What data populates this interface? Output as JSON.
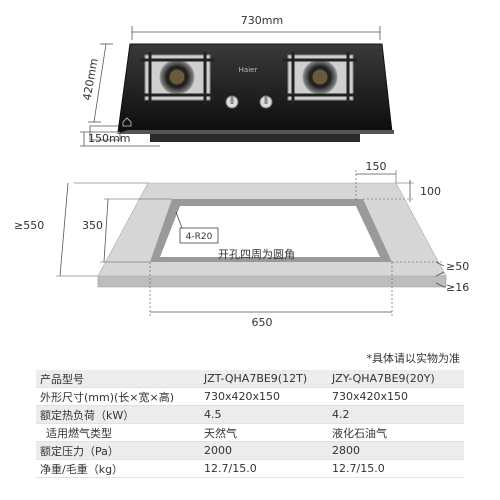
{
  "dimensions": {
    "stove_width": "730mm",
    "stove_depth": "420mm",
    "stove_height": "150mm",
    "cutout_top_offset": "150",
    "cutout_right_offset": "100",
    "counter_depth": "≥550",
    "cutout_depth": "350",
    "corner_radius": "4-R20",
    "corner_note": "开孔四周为圆角",
    "bottom_gap": "≥50",
    "counter_thickness": "≥16",
    "cutout_width": "650"
  },
  "brand_logo": "Haier",
  "note": "*具体请以实物为准",
  "spec_table": {
    "rows": [
      {
        "label": "产品型号",
        "a": "JZT-QHA7BE9(12T)",
        "b": "JZY-QHA7BE9(20Y)"
      },
      {
        "label": "外形尺寸(mm)(长×宽×高)",
        "a": "730x420x150",
        "b": "730x420x150"
      },
      {
        "label": "额定热负荷（kW）",
        "a": "4.5",
        "b": "4.2"
      },
      {
        "label": "适用燃气类型",
        "a": "天然气",
        "b": "液化石油气"
      },
      {
        "label": "额定压力（Pa）",
        "a": "2000",
        "b": "2800"
      },
      {
        "label": "净重/毛重（kg）",
        "a": "12.7/15.0",
        "b": "12.7/15.0"
      }
    ]
  }
}
